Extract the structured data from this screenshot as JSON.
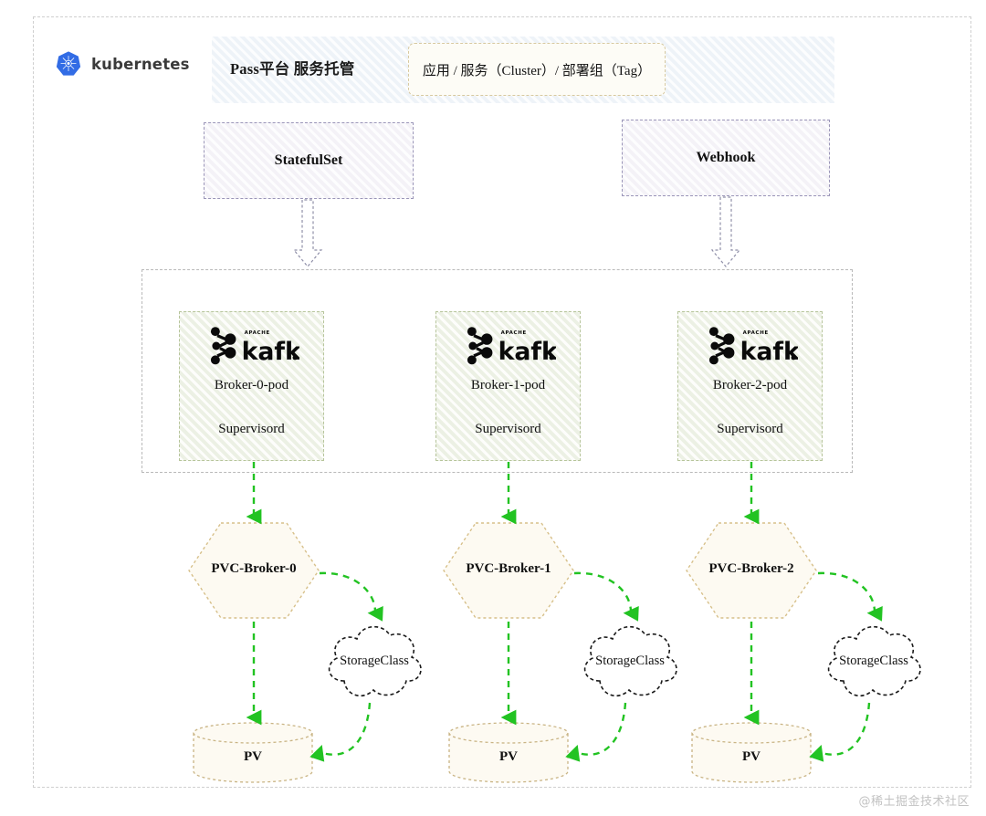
{
  "diagram": {
    "brand": {
      "name": "kubernetes",
      "logo_icon": "kubernetes-helm-icon",
      "color": "#326CE5"
    },
    "header": {
      "title": "Pass平台 服务托管",
      "tag": "应用 / 服务（Cluster）/ 部署组（Tag）",
      "band_color": "#eef3f8",
      "tag_border_color": "#d7c9a0"
    },
    "controllers": [
      {
        "id": "statefulset",
        "label": "StatefulSet",
        "border_color": "#9a95b8",
        "fill": "#f7f5fa"
      },
      {
        "id": "webhook",
        "label": "Webhook",
        "border_color": "#9a95b8",
        "fill": "#f7f5fa"
      }
    ],
    "pods": [
      {
        "id": "broker-0",
        "logo_icon": "apache-kafka-icon",
        "name": "Broker-0-pod",
        "process": "Supervisord"
      },
      {
        "id": "broker-1",
        "logo_icon": "apache-kafka-icon",
        "name": "Broker-1-pod",
        "process": "Supervisord"
      },
      {
        "id": "broker-2",
        "logo_icon": "apache-kafka-icon",
        "name": "Broker-2-pod",
        "process": "Supervisord"
      }
    ],
    "pvcs": [
      {
        "id": "pvc-0",
        "label": "PVC-Broker-0"
      },
      {
        "id": "pvc-1",
        "label": "PVC-Broker-1"
      },
      {
        "id": "pvc-2",
        "label": "PVC-Broker-2"
      }
    ],
    "storage_classes": [
      {
        "id": "sc-0",
        "label": "StorageClass"
      },
      {
        "id": "sc-1",
        "label": "StorageClass"
      },
      {
        "id": "sc-2",
        "label": "StorageClass"
      }
    ],
    "pvs": [
      {
        "id": "pv-0",
        "label": "PV"
      },
      {
        "id": "pv-1",
        "label": "PV"
      },
      {
        "id": "pv-2",
        "label": "PV"
      }
    ],
    "colors": {
      "connector_green": "#22c322",
      "controller_arrow": "#8f8fa8",
      "pvc_border": "#d7c08a",
      "pvc_fill": "#fdfaf2",
      "pod_border": "#b6c49a",
      "pod_fill": "#f4f8ef",
      "cloud_border": "#1a1a1a",
      "frame_border": "#cfcfcf"
    },
    "watermark": "@稀土掘金技术社区"
  }
}
